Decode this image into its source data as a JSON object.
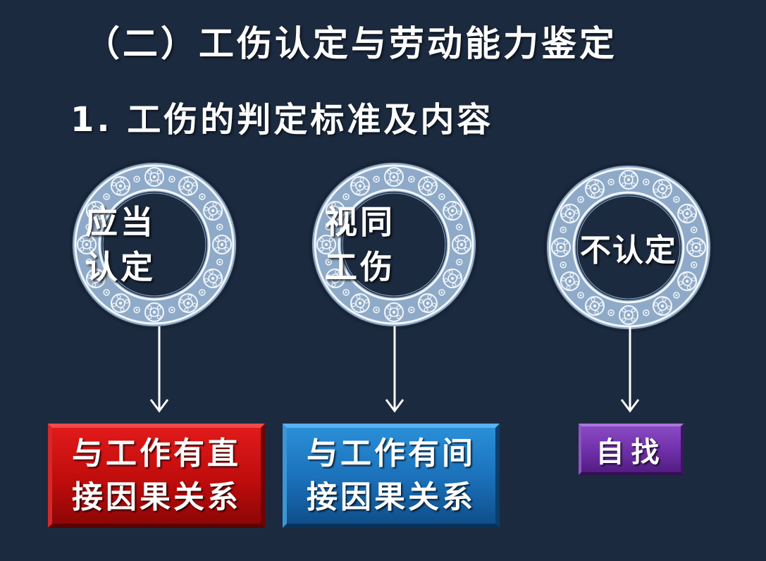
{
  "slide": {
    "title": "（二）工伤认定与劳动能力鉴定",
    "subtitle": "1. 工伤的判定标准及内容"
  },
  "categories": [
    {
      "circle_lines": [
        "应当",
        "认定"
      ],
      "box_lines": [
        "与工作有直",
        "接因果关系"
      ],
      "box_color": "#c00c0c"
    },
    {
      "circle_lines": [
        "视同",
        "工伤"
      ],
      "box_lines": [
        "与工作有间",
        "接因果关系"
      ],
      "box_color": "#1a6fb8"
    },
    {
      "circle_lines": [
        "不认定"
      ],
      "box_lines": [
        "自找"
      ],
      "box_color": "#6e2fa8"
    }
  ],
  "colors": {
    "background": "#1c2a3f",
    "plate_ring": "#8faac8",
    "plate_ornament": "#f2f6fb",
    "arrow": "#ffffff"
  }
}
